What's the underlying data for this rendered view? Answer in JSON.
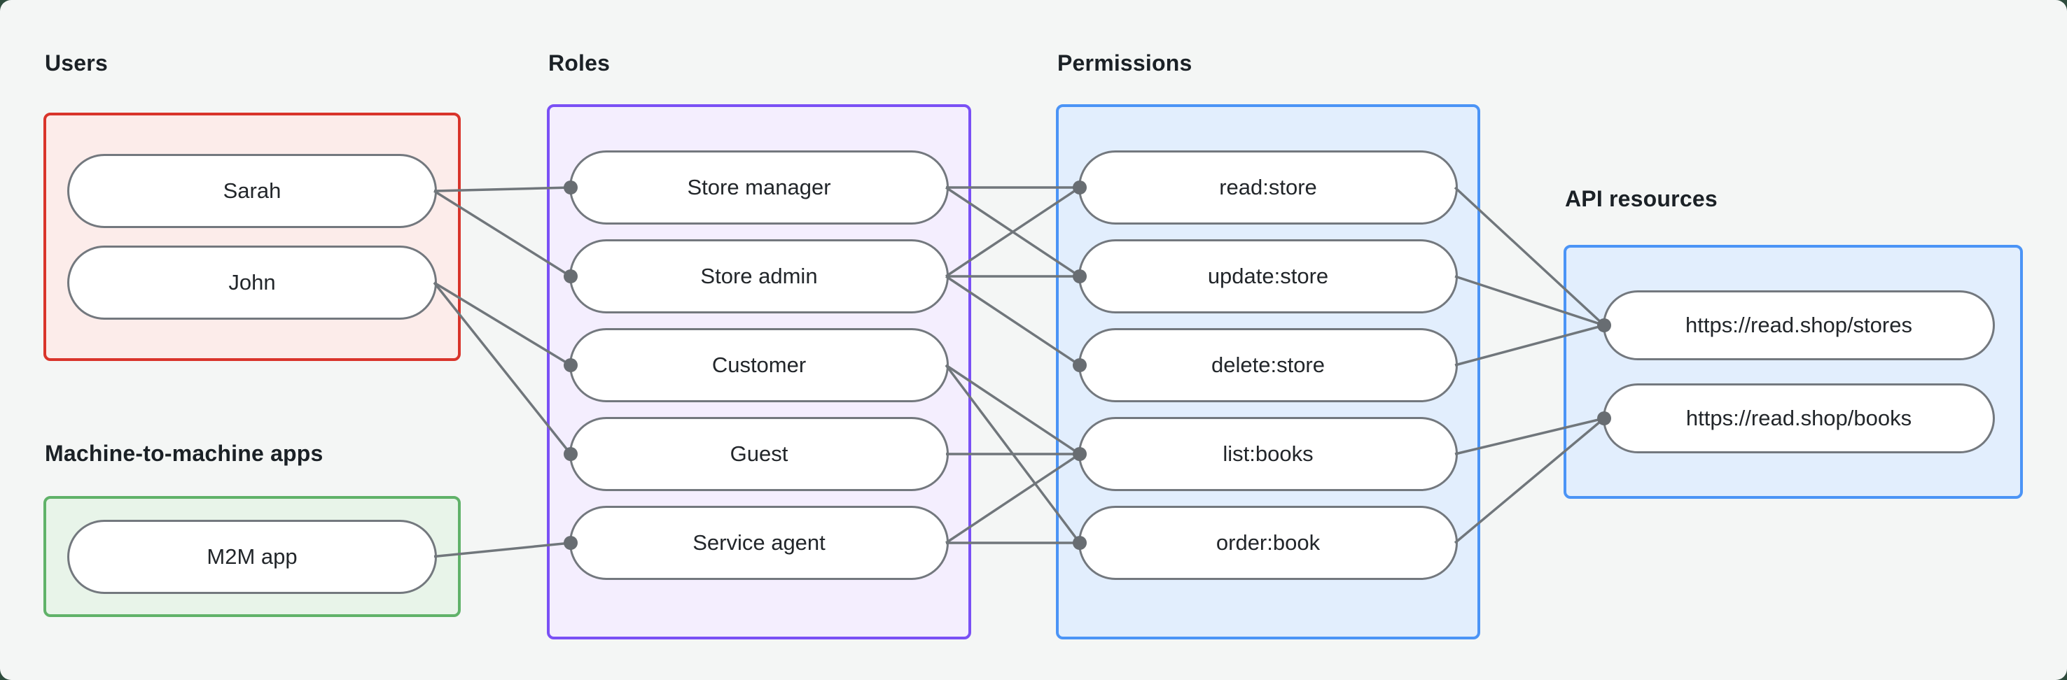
{
  "canvas": {
    "background": "#f4f6f5",
    "outside_color": "#2e4c3d"
  },
  "node_style": {
    "fill_color": "#ffffff",
    "border_color": "#73787e",
    "text_color": "#22262a"
  },
  "edge_style": {
    "color": "#70767b",
    "width": 3.5,
    "dot_color": "#686d72",
    "dot_radius": 10
  },
  "groups": [
    {
      "id": "users",
      "label": "Users",
      "border_color": "#d9342b",
      "fill_color": "#fcecea",
      "nodes": [
        {
          "id": "sarah",
          "label": "Sarah"
        },
        {
          "id": "john",
          "label": "John"
        }
      ]
    },
    {
      "id": "m2m",
      "label": "Machine-to-machine apps",
      "border_color": "#60b269",
      "fill_color": "#e8f4e9",
      "nodes": [
        {
          "id": "m2m-app",
          "label": "M2M app"
        }
      ]
    },
    {
      "id": "roles",
      "label": "Roles",
      "border_color": "#7a50f5",
      "fill_color": "#f4eefe",
      "nodes": [
        {
          "id": "store-manager",
          "label": "Store manager"
        },
        {
          "id": "store-admin",
          "label": "Store admin"
        },
        {
          "id": "customer",
          "label": "Customer"
        },
        {
          "id": "guest",
          "label": "Guest"
        },
        {
          "id": "service-agent",
          "label": "Service agent"
        }
      ]
    },
    {
      "id": "permissions",
      "label": "Permissions",
      "border_color": "#4b94f6",
      "fill_color": "#e2eefd",
      "nodes": [
        {
          "id": "read-store",
          "label": "read:store"
        },
        {
          "id": "update-store",
          "label": "update:store"
        },
        {
          "id": "delete-store",
          "label": "delete:store"
        },
        {
          "id": "list-books",
          "label": "list:books"
        },
        {
          "id": "order-book",
          "label": "order:book"
        }
      ]
    },
    {
      "id": "api-resources",
      "label": "API resources",
      "border_color": "#4b94f6",
      "fill_color": "#e2eefd",
      "nodes": [
        {
          "id": "stores-api",
          "label": "https://read.shop/stores"
        },
        {
          "id": "books-api",
          "label": "https://read.shop/books"
        }
      ]
    }
  ],
  "edges": [
    [
      "sarah",
      "store-manager"
    ],
    [
      "sarah",
      "store-admin"
    ],
    [
      "john",
      "customer"
    ],
    [
      "john",
      "guest"
    ],
    [
      "m2m-app",
      "service-agent"
    ],
    [
      "store-manager",
      "read-store"
    ],
    [
      "store-manager",
      "update-store"
    ],
    [
      "store-admin",
      "read-store"
    ],
    [
      "store-admin",
      "update-store"
    ],
    [
      "store-admin",
      "delete-store"
    ],
    [
      "customer",
      "list-books"
    ],
    [
      "customer",
      "order-book"
    ],
    [
      "guest",
      "list-books"
    ],
    [
      "service-agent",
      "list-books"
    ],
    [
      "service-agent",
      "order-book"
    ],
    [
      "read-store",
      "stores-api"
    ],
    [
      "update-store",
      "stores-api"
    ],
    [
      "delete-store",
      "stores-api"
    ],
    [
      "list-books",
      "books-api"
    ],
    [
      "order-book",
      "books-api"
    ]
  ]
}
